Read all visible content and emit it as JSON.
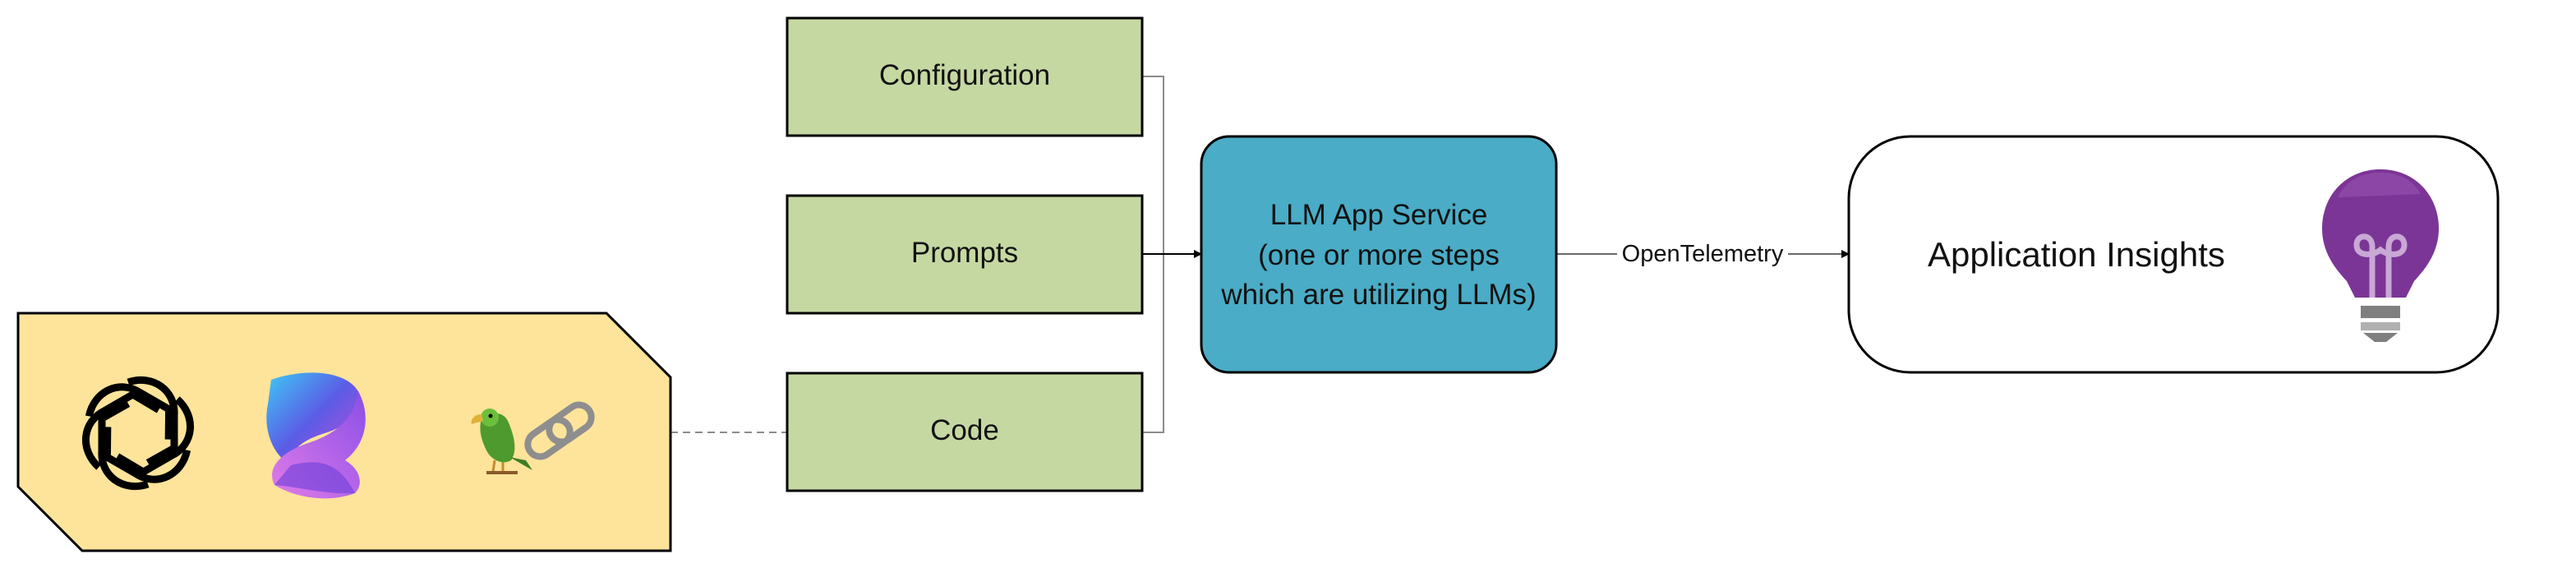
{
  "inputs": {
    "configuration": "Configuration",
    "prompts": "Prompts",
    "code": "Code"
  },
  "service": {
    "line1": "LLM App Service",
    "line2": "(one or more steps",
    "line3": "which are utilizing LLMs)"
  },
  "connector_label": "OpenTelemetry",
  "insights": {
    "title": "Application Insights",
    "icon": "lightbulb-icon"
  },
  "frameworks": {
    "icons": [
      "openai-logo-icon",
      "semantic-kernel-logo-icon",
      "langchain-parrot-link-icon"
    ]
  },
  "colors": {
    "input_fill": "#c5d8a2",
    "service_fill": "#4aacc6",
    "framework_fill": "#fde49a",
    "insights_fill": "#ffffff",
    "bulb_purple": "#7b3596",
    "bulb_gray": "#7f7f7f"
  }
}
